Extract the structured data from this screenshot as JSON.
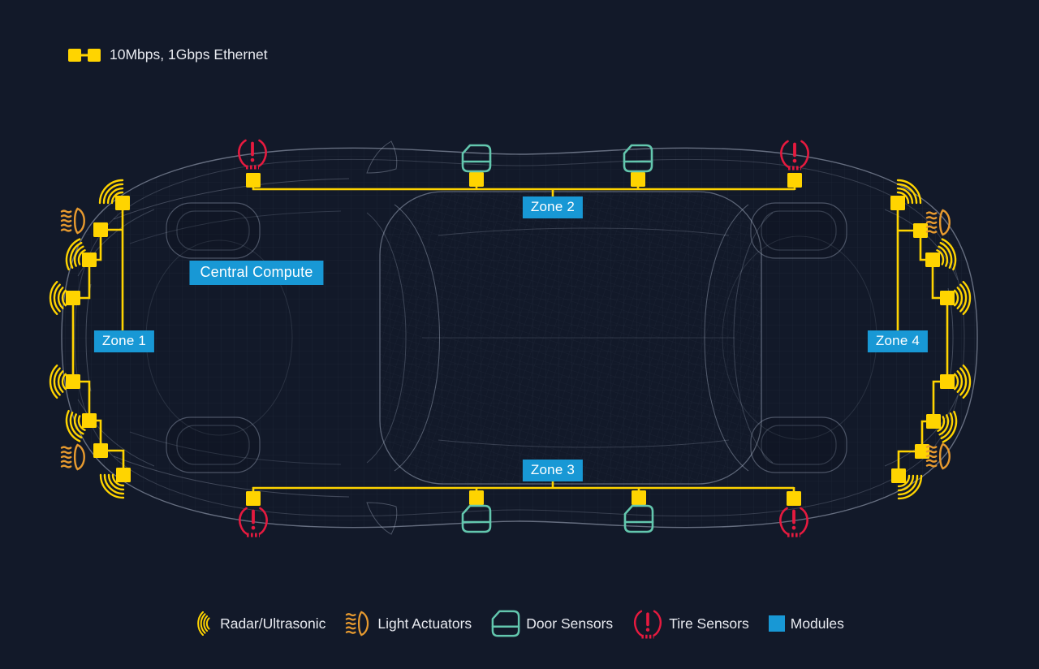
{
  "top_legend": {
    "label": "10Mbps, 1Gbps Ethernet"
  },
  "zones": {
    "zone1": "Zone 1",
    "zone2": "Zone 2",
    "zone3": "Zone 3",
    "zone4": "Zone 4"
  },
  "central": {
    "label": "Central Compute"
  },
  "legend": {
    "items": [
      {
        "icon": "radar-icon",
        "label": "Radar/Ultrasonic"
      },
      {
        "icon": "light-actuator-icon",
        "label": "Light Actuators"
      },
      {
        "icon": "door-sensor-icon",
        "label": "Door Sensors"
      },
      {
        "icon": "tire-sensor-icon",
        "label": "Tire Sensors"
      },
      {
        "icon": "module-icon",
        "label": "Modules"
      }
    ]
  },
  "network": {
    "description": "Automotive zonal architecture over Ethernet shown on a top-down wireframe vehicle",
    "link_types": "10Mbps, 1Gbps Ethernet",
    "zone_details": [
      {
        "zone": "Zone 1",
        "location": "left corners",
        "modules": 8,
        "radar_ultrasonic": 6,
        "light_actuators": 2
      },
      {
        "zone": "Zone 2",
        "location": "top edge",
        "modules": 4,
        "door_sensors": 2,
        "tire_sensors": 2
      },
      {
        "zone": "Zone 3",
        "location": "bottom edge",
        "modules": 4,
        "door_sensors": 2,
        "tire_sensors": 2
      },
      {
        "zone": "Zone 4",
        "location": "right corners",
        "modules": 8,
        "radar_ultrasonic": 6,
        "light_actuators": 2
      }
    ]
  },
  "colors": {
    "background": "#121929",
    "ethernet_yellow": "#FFD400",
    "light_actuator_orange": "#E79A2F",
    "door_sensor_teal": "#63C7AE",
    "tire_sensor_red": "#E61A3F",
    "label_blue": "#1898D5",
    "text": "#E8EAF0"
  }
}
